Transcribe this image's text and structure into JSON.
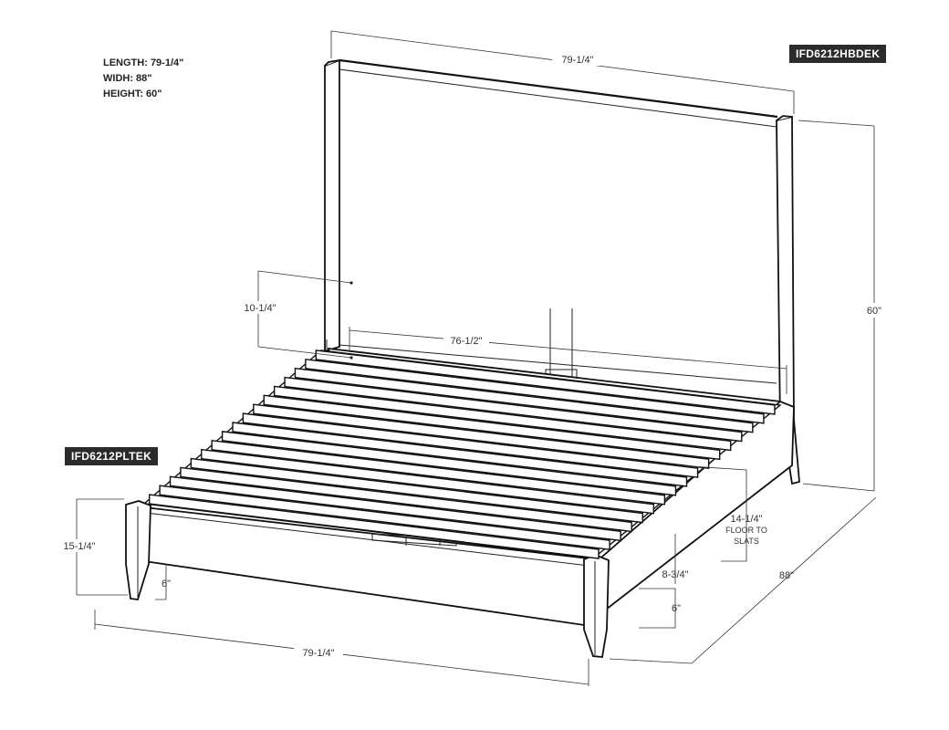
{
  "specs": {
    "length": "LENGTH: 79-1/4\"",
    "width": "WIDH: 88\"",
    "height": "HEIGHT: 60\""
  },
  "labels": {
    "headboard_model": "IFD6212HBDEK",
    "platform_model": "IFD6212PLTEK"
  },
  "dimensions": {
    "top_width": "79-1/4\"",
    "total_height": "60\"",
    "panel_gap": "10-1/4\"",
    "inner_width": "76-1/2\"",
    "rail_height": "15-1/4\"",
    "leg_height_left": "6\"",
    "floor_to_slats_value": "14-1/4\"",
    "floor_to_slats_note_1": "FLOOR TO",
    "floor_to_slats_note_2": "SLATS",
    "side_rail": "8-3/4\"",
    "leg_height_right": "6\"",
    "depth": "88\"",
    "bottom_width": "79-1/4\""
  },
  "colors": {
    "tag_background": "#2b2b2b",
    "line": "#111111"
  }
}
